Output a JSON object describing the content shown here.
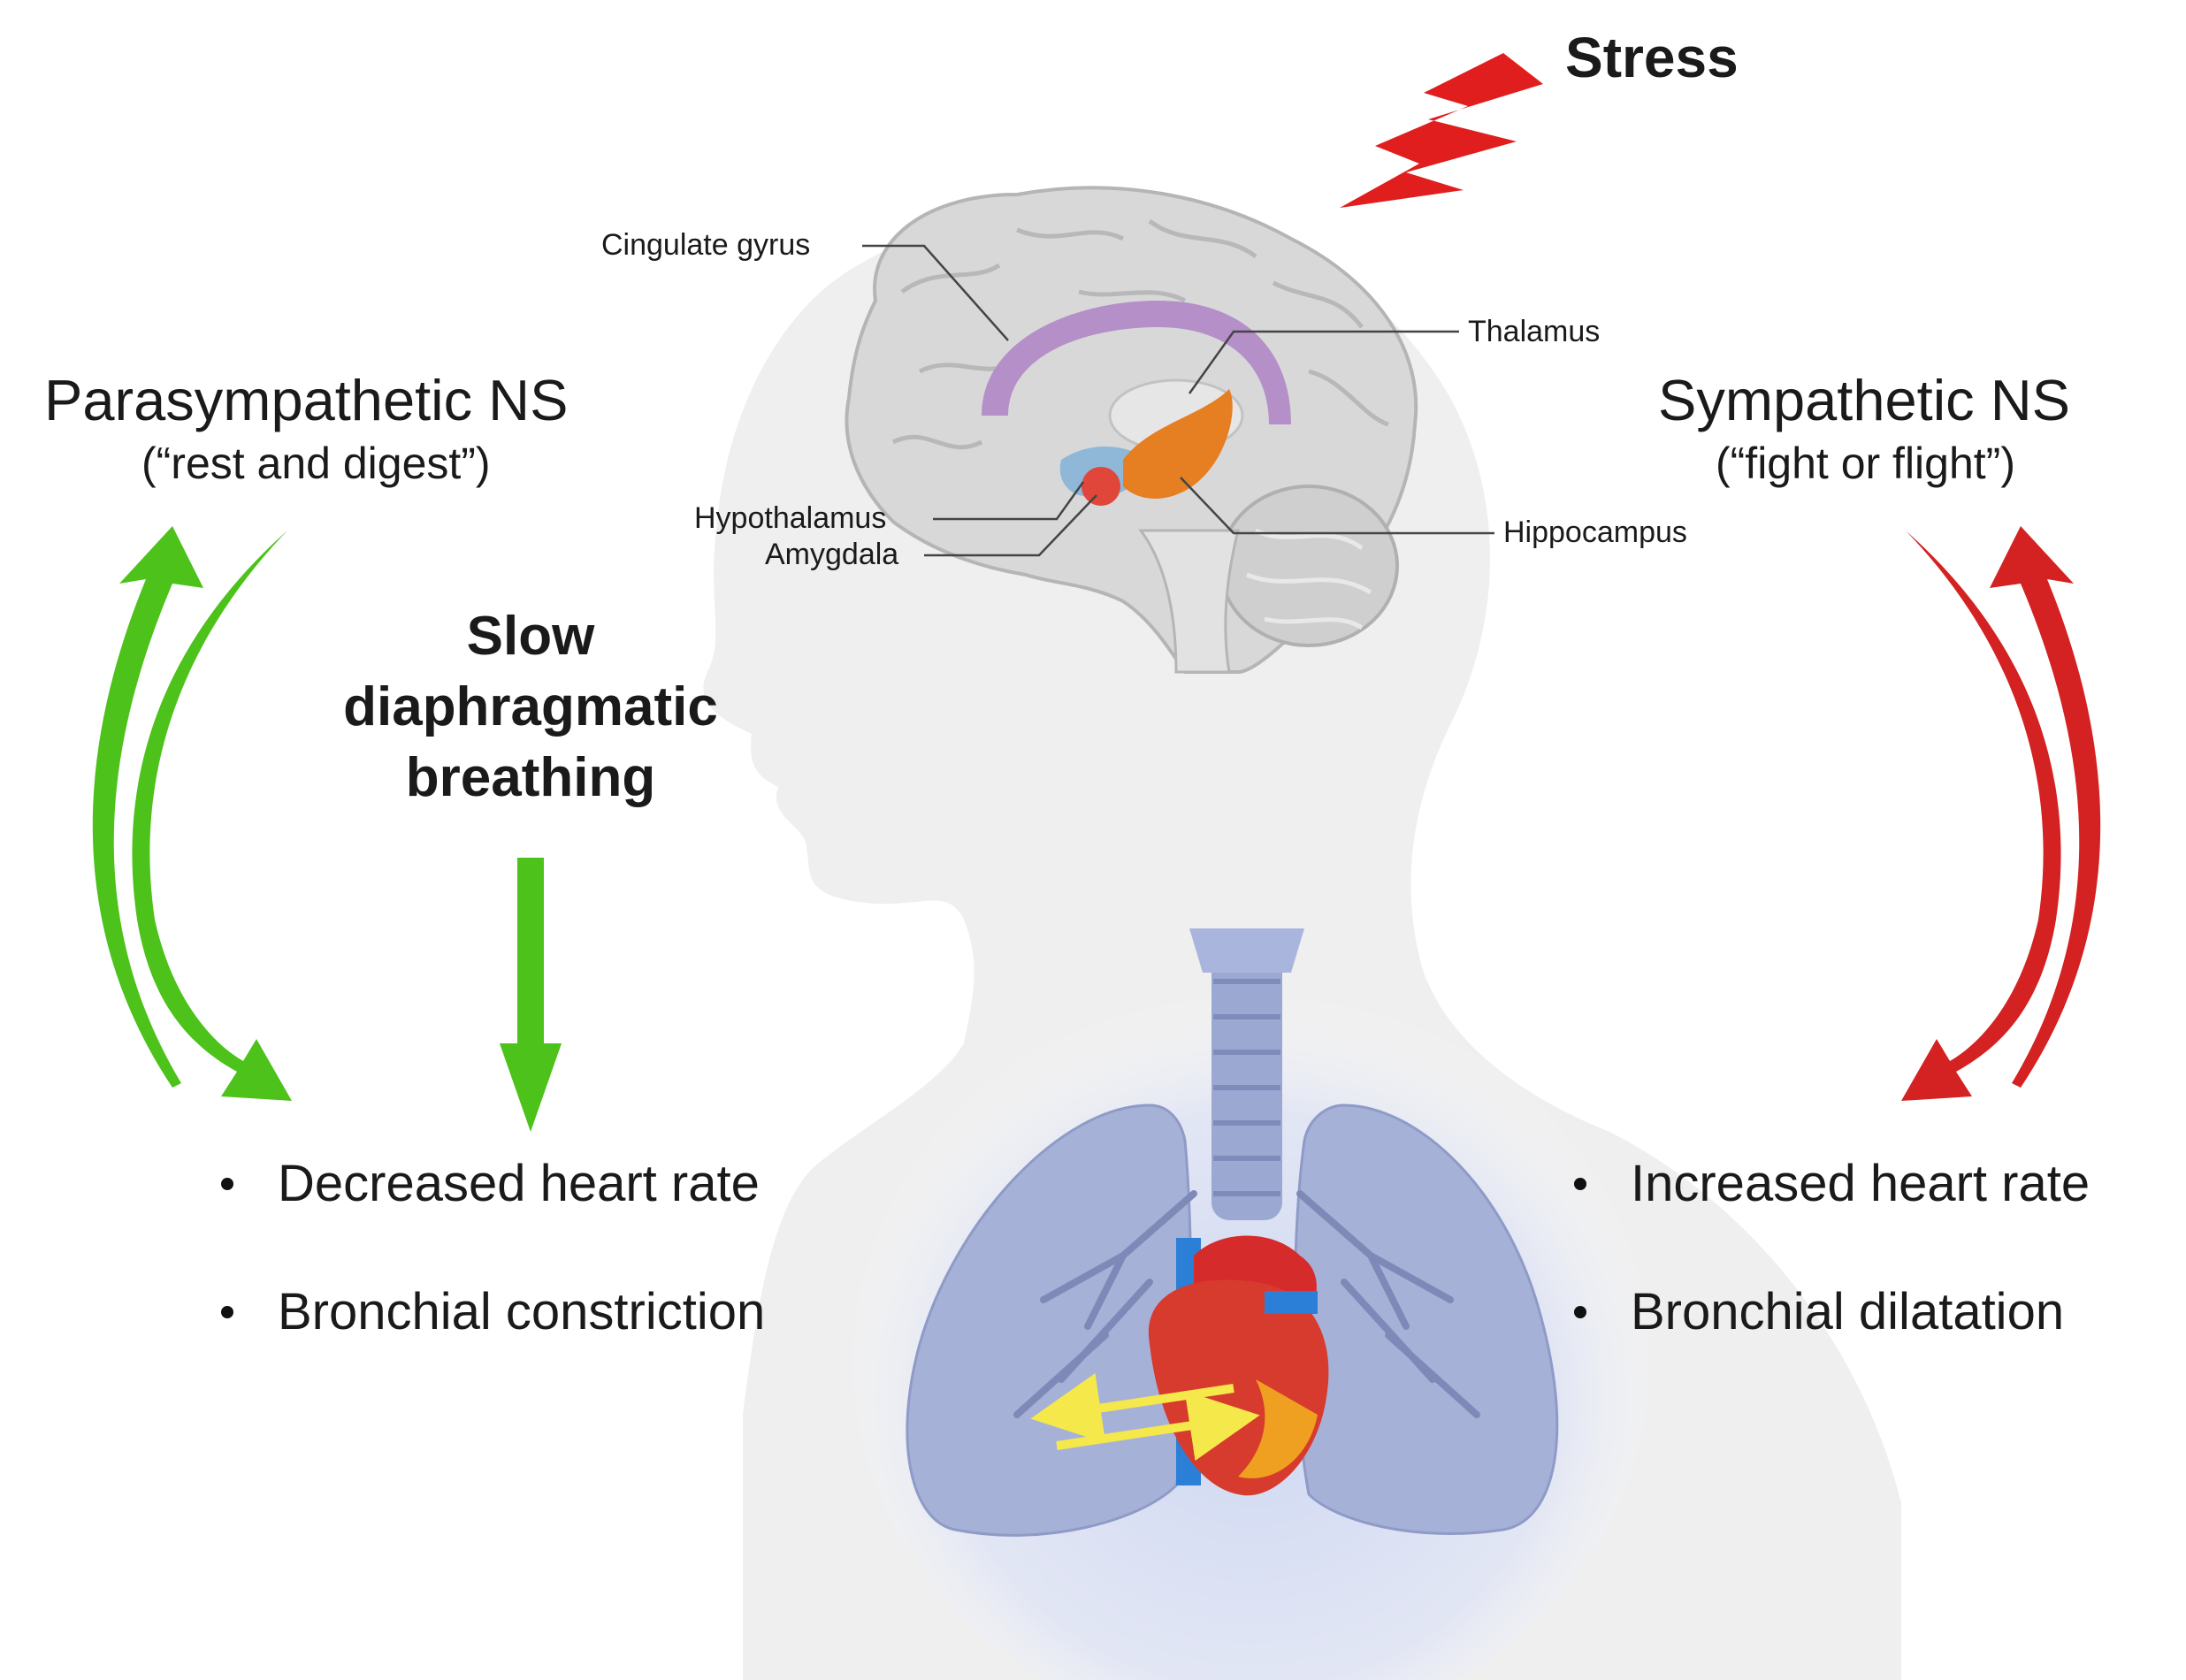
{
  "stress_label": "Stress",
  "brain_labels": {
    "cingulate_gyrus": "Cingulate gyrus",
    "thalamus": "Thalamus",
    "hypothalamus": "Hypothalamus",
    "amygdala": "Amygdala",
    "hippocampus": "Hippocampus"
  },
  "parasympathetic": {
    "title": "Parasympathetic NS",
    "subtitle": "(“rest and digest”)",
    "effects": [
      "Decreased heart rate",
      "Bronchial constriction"
    ],
    "color": "#4cc21a"
  },
  "sympathetic": {
    "title": "Sympathetic NS",
    "subtitle": "(“fight or flight”)",
    "effects": [
      "Increased heart rate",
      "Bronchial dilatation"
    ],
    "color": "#d42121"
  },
  "breathing": {
    "line1": "Slow",
    "line2": "diaphragmatic",
    "line3": "breathing"
  },
  "colors": {
    "stress_bolt": "#e01e1e",
    "cingulate": "#b58fc8",
    "hypothalamus": "#8fb8d8",
    "amygdala": "#e0473a",
    "hippocampus": "#e67e22",
    "heart_arrows": "#f5e84a"
  }
}
